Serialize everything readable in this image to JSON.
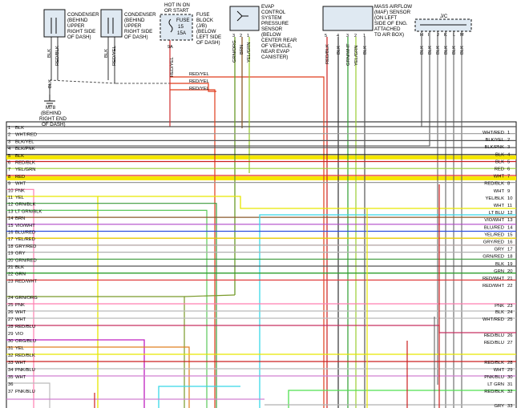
{
  "components": {
    "condenser_1": [
      "CONDENSER",
      "(BEHIND",
      "UPPER",
      "RIGHT SIDE",
      "OF DASH)"
    ],
    "condenser_2": [
      "CONDENSER",
      "(BEHIND",
      "UPPER",
      "RIGHT SIDE",
      "OF DASH)"
    ],
    "fuse_hot": [
      "HOT IN ON",
      "OR START"
    ],
    "fuse_label": "FUSE",
    "fuse_num": "15",
    "fuse_amp": "15A",
    "fuse_block": [
      "FUSE",
      "BLOCK",
      "(J/B)",
      "(BELOW",
      "LEFT SIDE",
      "OF DASH)"
    ],
    "evap": [
      "EVAP",
      "CONTROL",
      "SYSTEM",
      "PRESSURE",
      "SENSOR",
      "(BELOW",
      "CENTER REAR",
      "OF VEHICLE,",
      "NEAR EVAP",
      "CANISTER)"
    ],
    "maf": [
      "MASS AIRFLOW",
      "(MAF) SENSOR",
      "(ON LEFT",
      "SIDE OF ENG.",
      "ATTACHED",
      "TO AIR BOX)"
    ],
    "jc": "J/C",
    "ground": [
      "M78",
      "(BEHIND",
      "RIGHT END",
      "OF DASH)"
    ],
    "fuse_pin": "9A",
    "evap_pins": [
      "3",
      "2",
      "1"
    ],
    "maf_pins": [
      "5",
      "4",
      "3",
      "2",
      "1"
    ],
    "jc_pins": [
      "H",
      "I",
      "J",
      "K",
      "L",
      "M"
    ]
  },
  "top_wires": {
    "cond1": [
      "BLK",
      "RED/BLK"
    ],
    "cond2": [
      "BLK",
      "RED/YEL"
    ],
    "fuse": "RED/YEL",
    "ground_blk": "BLK",
    "fuse_branches": [
      "RED/YEL",
      "RED/YEL",
      "RED/YEL"
    ],
    "evap": [
      "GRN/ORG",
      "BRN",
      "YEL/GRN"
    ],
    "maf": [
      "RED/BLK",
      "BLK",
      "GRN/WHT",
      "YEL/GRN",
      "BLK"
    ],
    "jc": [
      "BLK",
      "BLK",
      "BLK",
      "BLK",
      "BLK",
      "BLK"
    ]
  },
  "left_pins": [
    {
      "num": "1",
      "label": "BLK",
      "color": "#555555"
    },
    {
      "num": "2",
      "label": "WHT/RED",
      "color": "#9e9e9e"
    },
    {
      "num": "3",
      "label": "BLK/YEL",
      "color": "#555555"
    },
    {
      "num": "4",
      "label": "BLK/PNK",
      "color": "#555555"
    },
    {
      "num": "5",
      "label": "BLK",
      "color": "#222222"
    },
    {
      "num": "6",
      "label": "RED/BLK",
      "color": "#cc2020"
    },
    {
      "num": "7",
      "label": "YEL/GRN",
      "color": "#9acd32"
    },
    {
      "num": "8",
      "label": "RED",
      "color": "#e53030"
    },
    {
      "num": "9",
      "label": "WHT",
      "color": "#999999"
    },
    {
      "num": "10",
      "label": "PNK",
      "color": "#ff7fb0"
    },
    {
      "num": "11",
      "label": "YEL",
      "color": "#e6e600"
    },
    {
      "num": "12",
      "label": "GRN/BLK",
      "color": "#3a9a3a"
    },
    {
      "num": "13",
      "label": "LT GRN/BLK",
      "color": "#5bc85b"
    },
    {
      "num": "14",
      "label": "BRN",
      "color": "#8b5a2b"
    },
    {
      "num": "15",
      "label": "VIO/WHT",
      "color": "#b048c8"
    },
    {
      "num": "16",
      "label": "BLU/RED",
      "color": "#3050e0"
    },
    {
      "num": "17",
      "label": "YEL/RED",
      "color": "#e6c800"
    },
    {
      "num": "18",
      "label": "GRY/RED",
      "color": "#a08888"
    },
    {
      "num": "19",
      "label": "GRY",
      "color": "#a0a0a0"
    },
    {
      "num": "20",
      "label": "GRN/RED",
      "color": "#3a9a3a"
    },
    {
      "num": "21",
      "label": "BLK",
      "color": "#555555"
    },
    {
      "num": "22",
      "label": "GRN",
      "color": "#2e9e2e"
    },
    {
      "num": "23",
      "label": "RED/WHT",
      "color": "#e04040"
    },
    {
      "num": "24",
      "label": "GRN/ORG",
      "color": "#7a9a2a"
    },
    {
      "num": "25",
      "label": "PNK",
      "color": "#ff7fb0"
    },
    {
      "num": "26",
      "label": "WHT",
      "color": "#aaaaaa"
    },
    {
      "num": "27",
      "label": "WHT",
      "color": "#aaaaaa"
    },
    {
      "num": "28",
      "label": "RED/BLU",
      "color": "#c83060"
    },
    {
      "num": "29",
      "label": "VIO",
      "color": "#c020c0"
    },
    {
      "num": "30",
      "label": "ORG/BLU",
      "color": "#e08020"
    },
    {
      "num": "31",
      "label": "YEL",
      "color": "#e6e600"
    },
    {
      "num": "32",
      "label": "RED/BLK",
      "color": "#cc2020"
    },
    {
      "num": "33",
      "label": "WHT",
      "color": "#aaaaaa"
    },
    {
      "num": "34",
      "label": "PNK/BLU",
      "color": "#d080d0"
    },
    {
      "num": "35",
      "label": "WHT",
      "color": "#aaaaaa"
    },
    {
      "num": "36",
      "label": "",
      "color": "#aaaaaa"
    },
    {
      "num": "37",
      "label": "PNK/BLU",
      "color": "#d080d0"
    }
  ],
  "right_pins": [
    {
      "num": "1",
      "label": "WHT/RED"
    },
    {
      "num": "2",
      "label": "BLK/YEL"
    },
    {
      "num": "3",
      "label": "BLK/PNK"
    },
    {
      "num": "4",
      "label": "BLK"
    },
    {
      "num": "5",
      "label": "BLK"
    },
    {
      "num": "6",
      "label": "RED"
    },
    {
      "num": "7",
      "label": "WHT"
    },
    {
      "num": "8",
      "label": "RED/BLK"
    },
    {
      "num": "9",
      "label": "WHT"
    },
    {
      "num": "10",
      "label": "YEL/BLK"
    },
    {
      "num": "11",
      "label": "WHT"
    },
    {
      "num": "12",
      "label": "LT BLU"
    },
    {
      "num": "13",
      "label": "VIO/WHT"
    },
    {
      "num": "14",
      "label": "BLU/RED"
    },
    {
      "num": "15",
      "label": "YEL/RED"
    },
    {
      "num": "16",
      "label": "GRY/RED"
    },
    {
      "num": "17",
      "label": "GRY"
    },
    {
      "num": "18",
      "label": "GRN/RED"
    },
    {
      "num": "19",
      "label": "BLK"
    },
    {
      "num": "20",
      "label": "GRN"
    },
    {
      "num": "21",
      "label": "RED/WHT"
    },
    {
      "num": "22",
      "label": "RED/WHT"
    },
    {
      "num": "23",
      "label": "PNK"
    },
    {
      "num": "24",
      "label": "BLK"
    },
    {
      "num": "25",
      "label": "WHT/RED"
    },
    {
      "num": "26",
      "label": "RED/BLU"
    },
    {
      "num": "27",
      "label": "RED/BLU"
    },
    {
      "num": "28",
      "label": "RED/BLK"
    },
    {
      "num": "29",
      "label": "WHT"
    },
    {
      "num": "30",
      "label": "PNK/BLU"
    },
    {
      "num": "31",
      "label": "LT GRN"
    },
    {
      "num": "32",
      "label": "RED/BLK"
    },
    {
      "num": "33",
      "label": "GRY"
    }
  ],
  "colors": {
    "highlight": "#f5e600",
    "box_fill": "#dfe9f2"
  }
}
